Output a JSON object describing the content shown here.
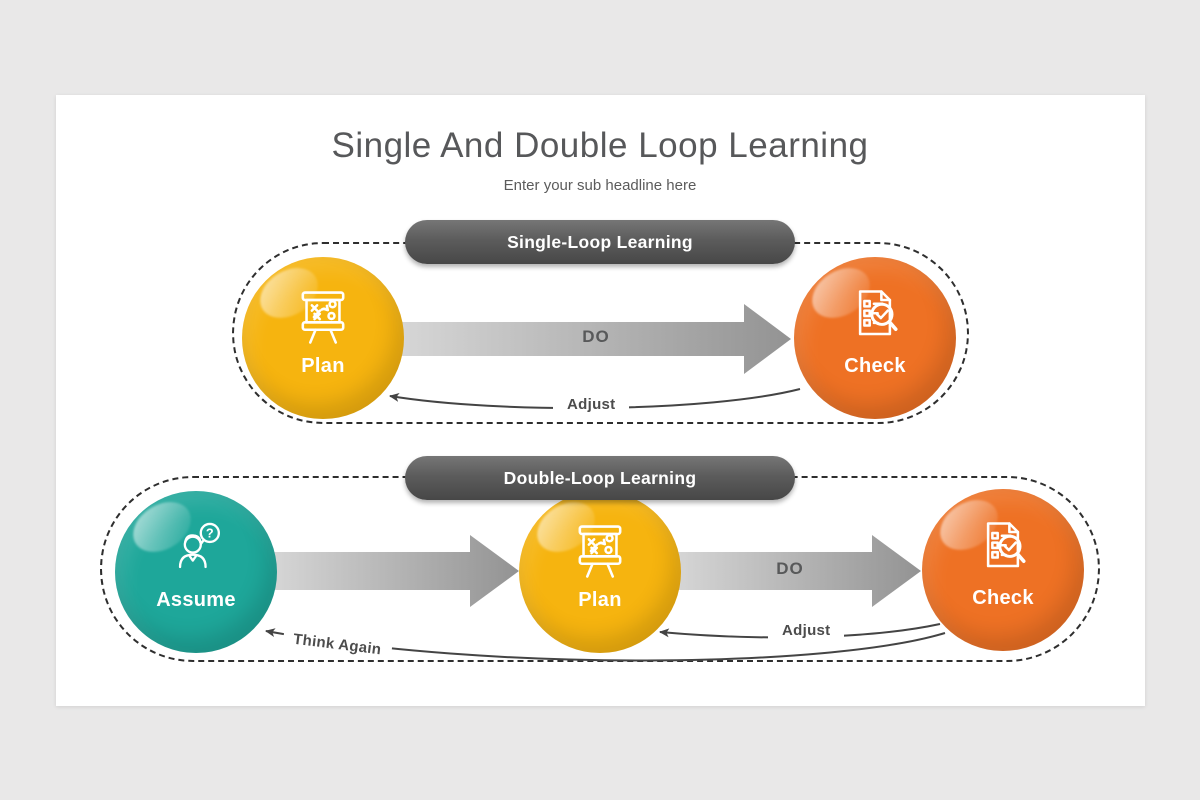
{
  "page": {
    "title": "Single And Double Loop Learning",
    "subtitle": "Enter your sub headline here"
  },
  "single_loop": {
    "header": "Single-Loop Learning",
    "nodes": [
      {
        "label": "Plan",
        "icon": "strategy-board-icon",
        "color": "#F6B40F"
      },
      {
        "label": "Check",
        "icon": "checklist-magnifier-icon",
        "color": "#EE7124"
      }
    ],
    "labels": {
      "do": "DO",
      "adjust": "Adjust"
    }
  },
  "double_loop": {
    "header": "Double-Loop Learning",
    "nodes": [
      {
        "label": "Assume",
        "icon": "thinking-person-icon",
        "color": "#1EA79A"
      },
      {
        "label": "Plan",
        "icon": "strategy-board-icon",
        "color": "#F6B40F"
      },
      {
        "label": "Check",
        "icon": "checklist-magnifier-icon",
        "color": "#EE7124"
      }
    ],
    "labels": {
      "do": "DO",
      "adjust": "Adjust",
      "think_again": "Think Again"
    }
  },
  "colors": {
    "background": "#e9e8e8",
    "card": "#ffffff",
    "title_text": "#57585a",
    "pill_dark": "#595959",
    "arrow_gradient_start": "#d6d6d6",
    "arrow_gradient_end": "#939393",
    "curve_line": "#444444",
    "dashed_border": "#2e2e2e"
  }
}
